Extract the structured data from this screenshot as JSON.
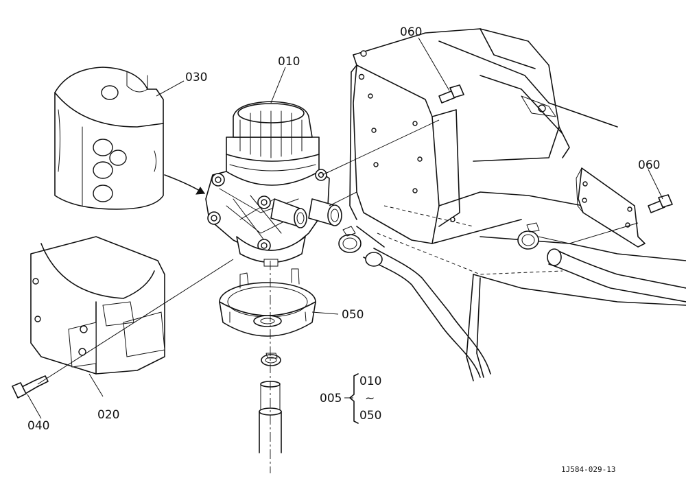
{
  "callouts": {
    "c010": "010",
    "c020": "020",
    "c030": "030",
    "c040": "040",
    "c050": "050",
    "c060a": "060",
    "c060b": "060"
  },
  "assembly": {
    "code": "005",
    "range_start": "010",
    "range_separator": "~",
    "range_end": "050"
  },
  "drawing_code": "1J584-029-13",
  "colors": {
    "line": "#111111",
    "background": "#ffffff"
  }
}
